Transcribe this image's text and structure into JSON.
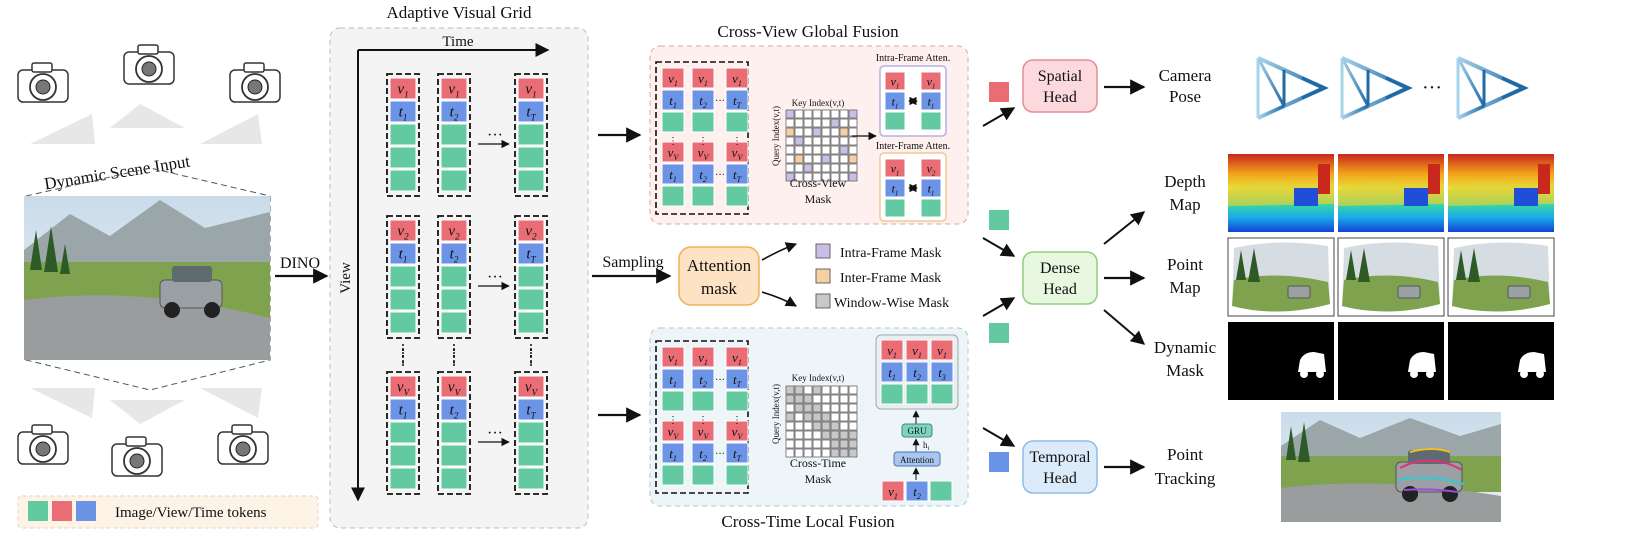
{
  "inputs": {
    "dynamic_scene_title": "Dynamic Scene Input",
    "dino_label": "DINO",
    "legend_text": "Image/View/Time tokens",
    "token_colors": {
      "image": "#63c9a0",
      "view": "#ea6d76",
      "time": "#6b93e6"
    }
  },
  "grid": {
    "title": "Adaptive Visual Grid",
    "time_axis": "Time",
    "view_axis": "View",
    "view_tokens": [
      "v1",
      "v2",
      "vV"
    ],
    "time_tokens": [
      "t1",
      "t2",
      "tT"
    ],
    "ellipsis": "···",
    "vdots": "⋮"
  },
  "global_fusion": {
    "title": "Cross-View Global Fusion",
    "key_index": "Key Index(v,t)",
    "query_index": "Query Index(v,t)",
    "mask_label_line1": "Cross-View",
    "mask_label_line2": "Mask",
    "intra_title": "Intra-Frame Atten.",
    "inter_title": "Inter-Frame Atten."
  },
  "sampling": {
    "label": "Sampling",
    "attention_line1": "Attention",
    "attention_line2": "mask",
    "legend": [
      "Intra-Frame Mask",
      "Inter-Frame Mask",
      "Window-Wise Mask"
    ],
    "legend_colors": [
      "#c9bfe6",
      "#f6cfa4",
      "#c8c8c8"
    ]
  },
  "local_fusion": {
    "title": "Cross-Time Local Fusion",
    "key_index": "Key Index(v,t)",
    "query_index": "Query Index(v,t)",
    "mask_label_line1": "Cross-Time",
    "mask_label_line2": "Mask",
    "gru": "GRU",
    "hidden": "h",
    "hidden_sub": "i",
    "attention": "Attention",
    "top_tokens_v": [
      "v1",
      "v1",
      "v1"
    ],
    "top_tokens_t": [
      "t1",
      "t2",
      "t3"
    ],
    "bottom_tokens": [
      "v1",
      "t2"
    ]
  },
  "heads": {
    "spatial_line1": "Spatial",
    "spatial_line2": "Head",
    "dense_line1": "Dense",
    "dense_line2": "Head",
    "temporal_line1": "Temporal",
    "temporal_line2": "Head"
  },
  "outputs": {
    "camera_line1": "Camera",
    "camera_line2": "Pose",
    "depth_line1": "Depth",
    "depth_line2": "Map",
    "point_line1": "Point",
    "point_line2": "Map",
    "dynamic_line1": "Dynamic",
    "dynamic_line2": "Mask",
    "tracking_line1": "Point",
    "tracking_line2": "Tracking",
    "ellipsis": "···"
  }
}
